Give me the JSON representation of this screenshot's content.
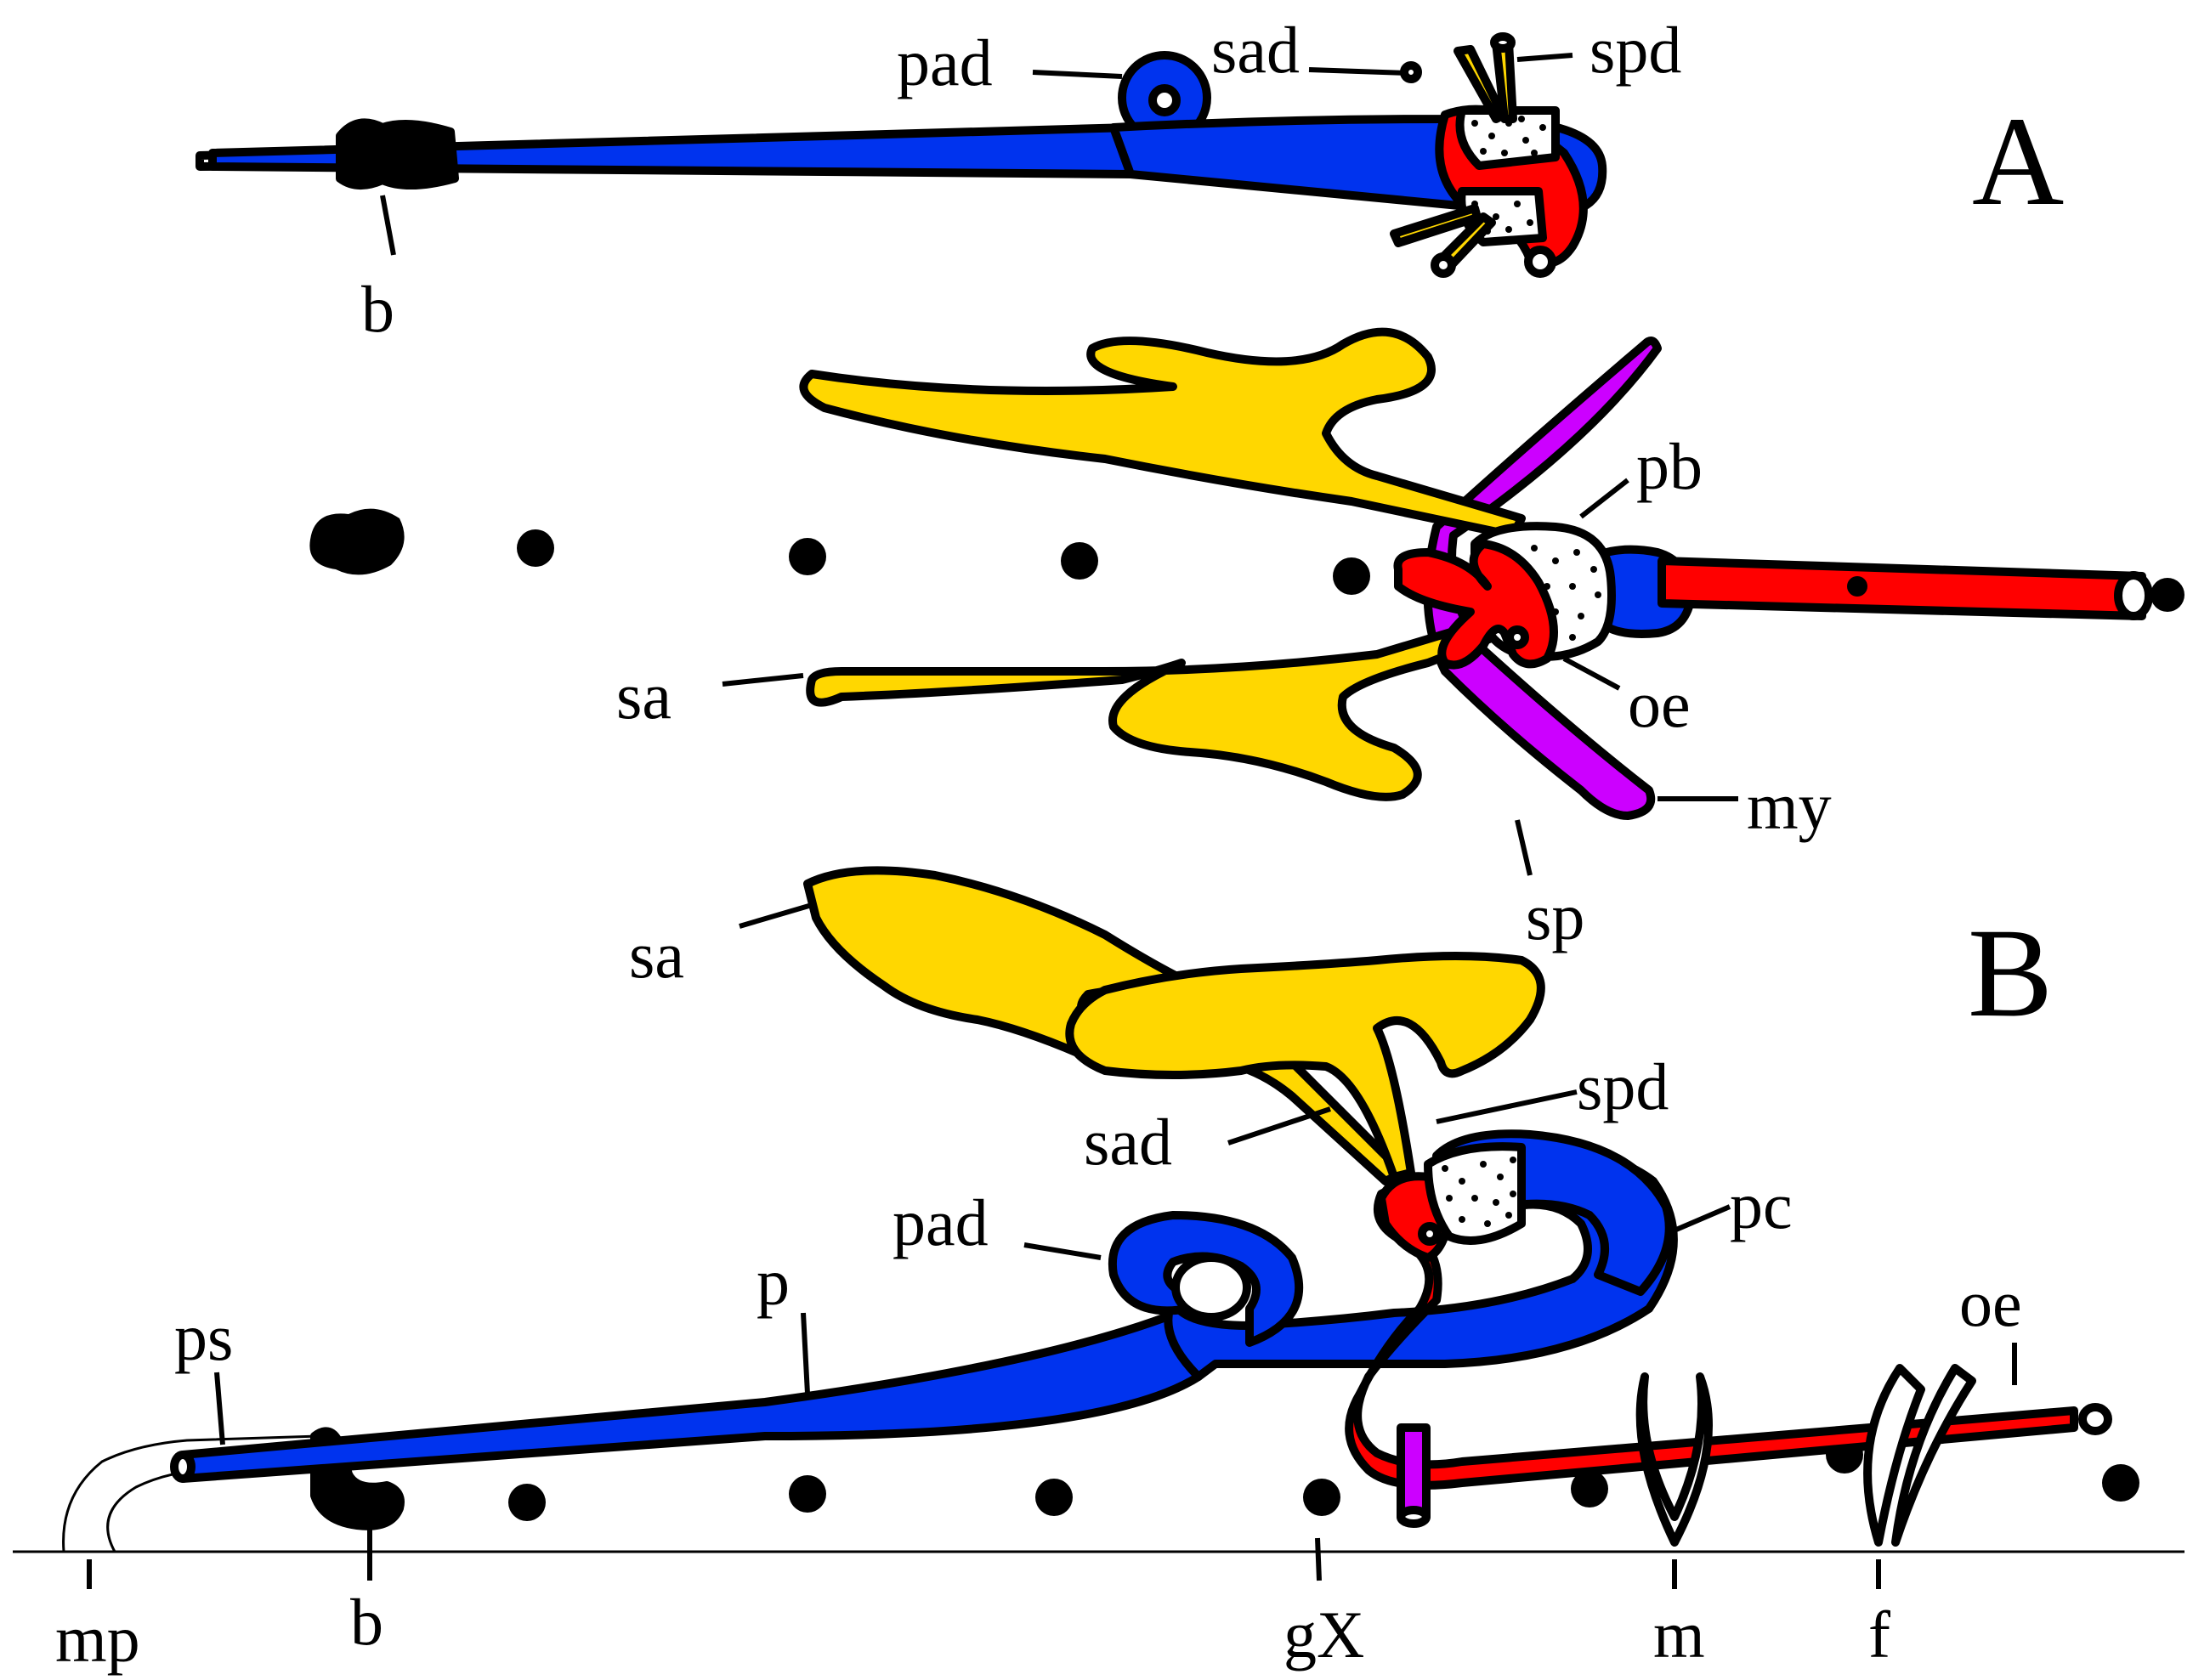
{
  "colors": {
    "blue": "#0033ee",
    "red": "#ff0000",
    "yellow": "#ffd700",
    "magenta": "#cc00ff",
    "black": "#000000",
    "white": "#ffffff"
  },
  "panels": {
    "a": "A",
    "b": "B"
  },
  "labels": {
    "a_pad": "pad",
    "a_sad": "sad",
    "a_spd": "spd",
    "a_b": "b",
    "m_pb": "pb",
    "m_sa": "sa",
    "m_oe": "oe",
    "m_my": "my",
    "m_sp": "sp",
    "b_sa": "sa",
    "b_spd": "spd",
    "b_sad": "sad",
    "b_pad": "pad",
    "b_pc": "pc",
    "b_p": "p",
    "b_ps": "ps",
    "b_oe": "oe",
    "b_mp": "mp",
    "b_b": "b",
    "b_gX": "gX",
    "b_m": "m",
    "b_f": "f"
  }
}
